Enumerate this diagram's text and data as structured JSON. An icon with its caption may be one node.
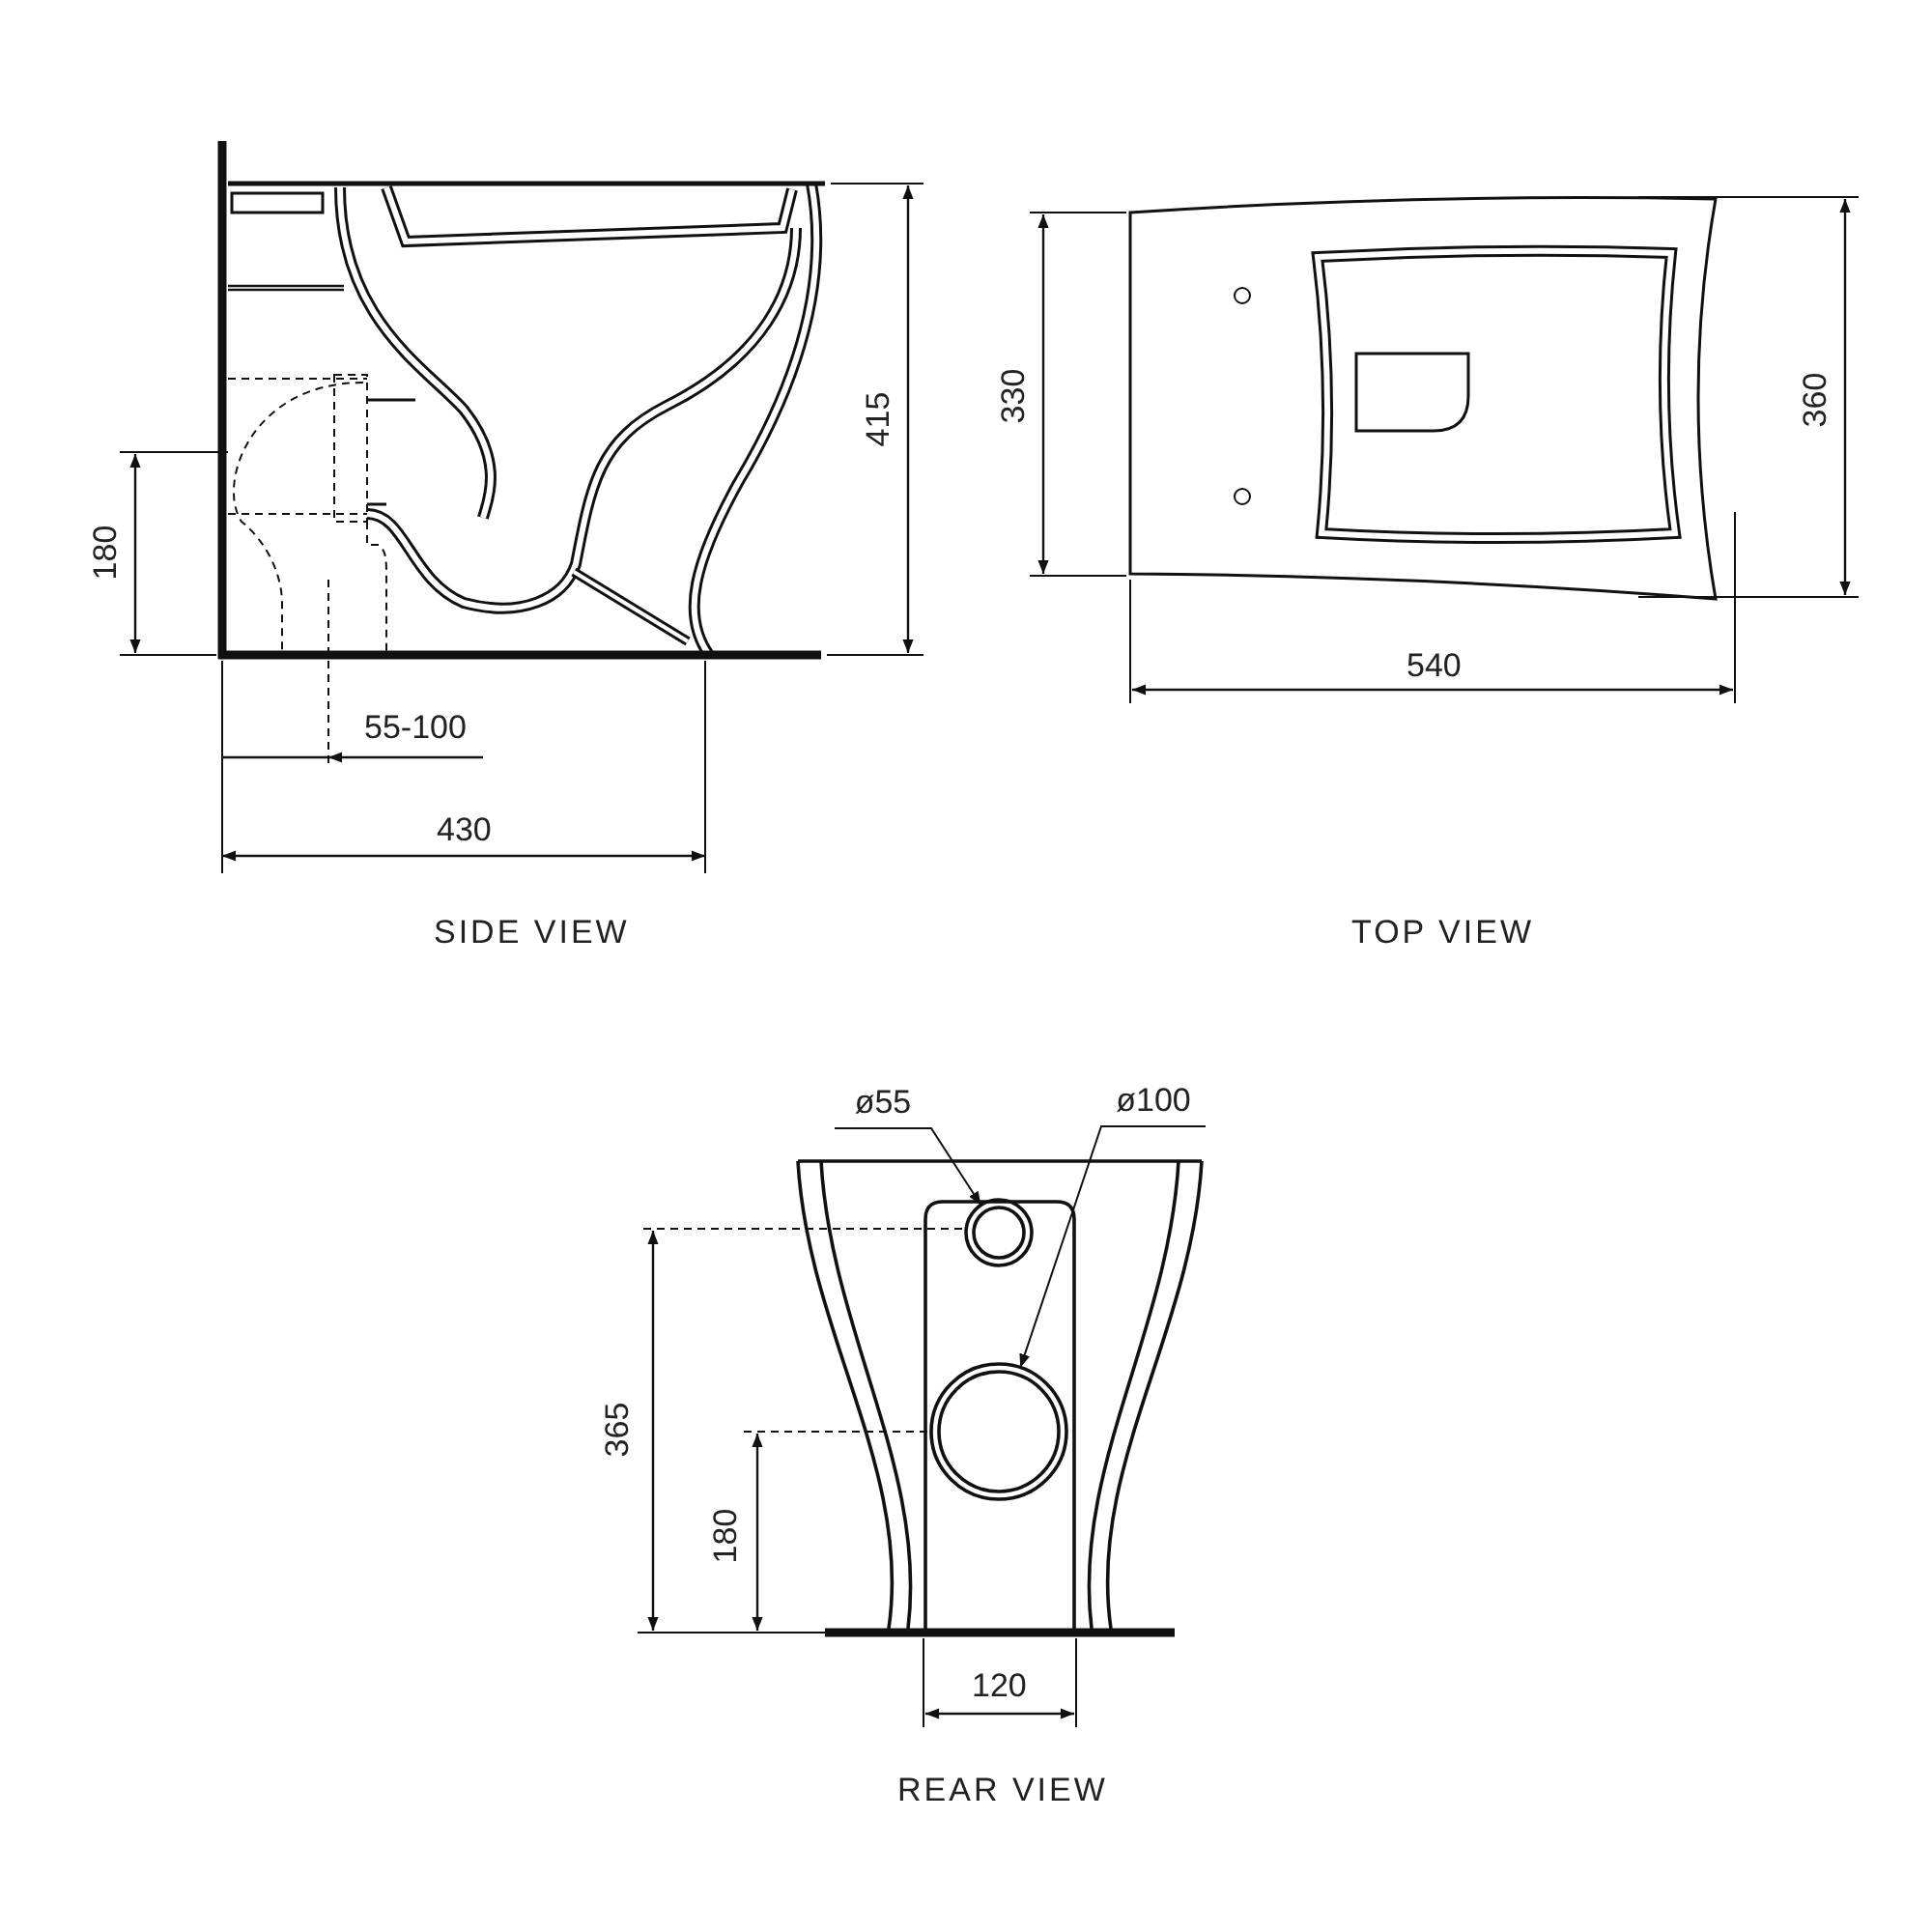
{
  "diagram": {
    "nodes": [
      {
        "text": [
          "ø55"
        ]
      },
      {
        "text": [
          "ø100"
        ]
      },
      {
        "text": [],
        "shape": "box"
      },
      {
        "text": [],
        "shape": "circle",
        "in": 2
      },
      {
        "text": [],
        "shape": "circle",
        "in": 2
      }
    ],
    "edges": [
      {
        "from": 0,
        "to": 3,
        "arrow": "to"
      },
      {
        "from": 1,
        "to": 4,
        "arrow": "to"
      }
    ],
    "labels": [
      "415",
      "180",
      "55-100",
      "430",
      "SIDE VIEW",
      "330",
      "360",
      "540",
      "TOP VIEW",
      "365",
      "180",
      "120",
      "REAR VIEW"
    ]
  }
}
